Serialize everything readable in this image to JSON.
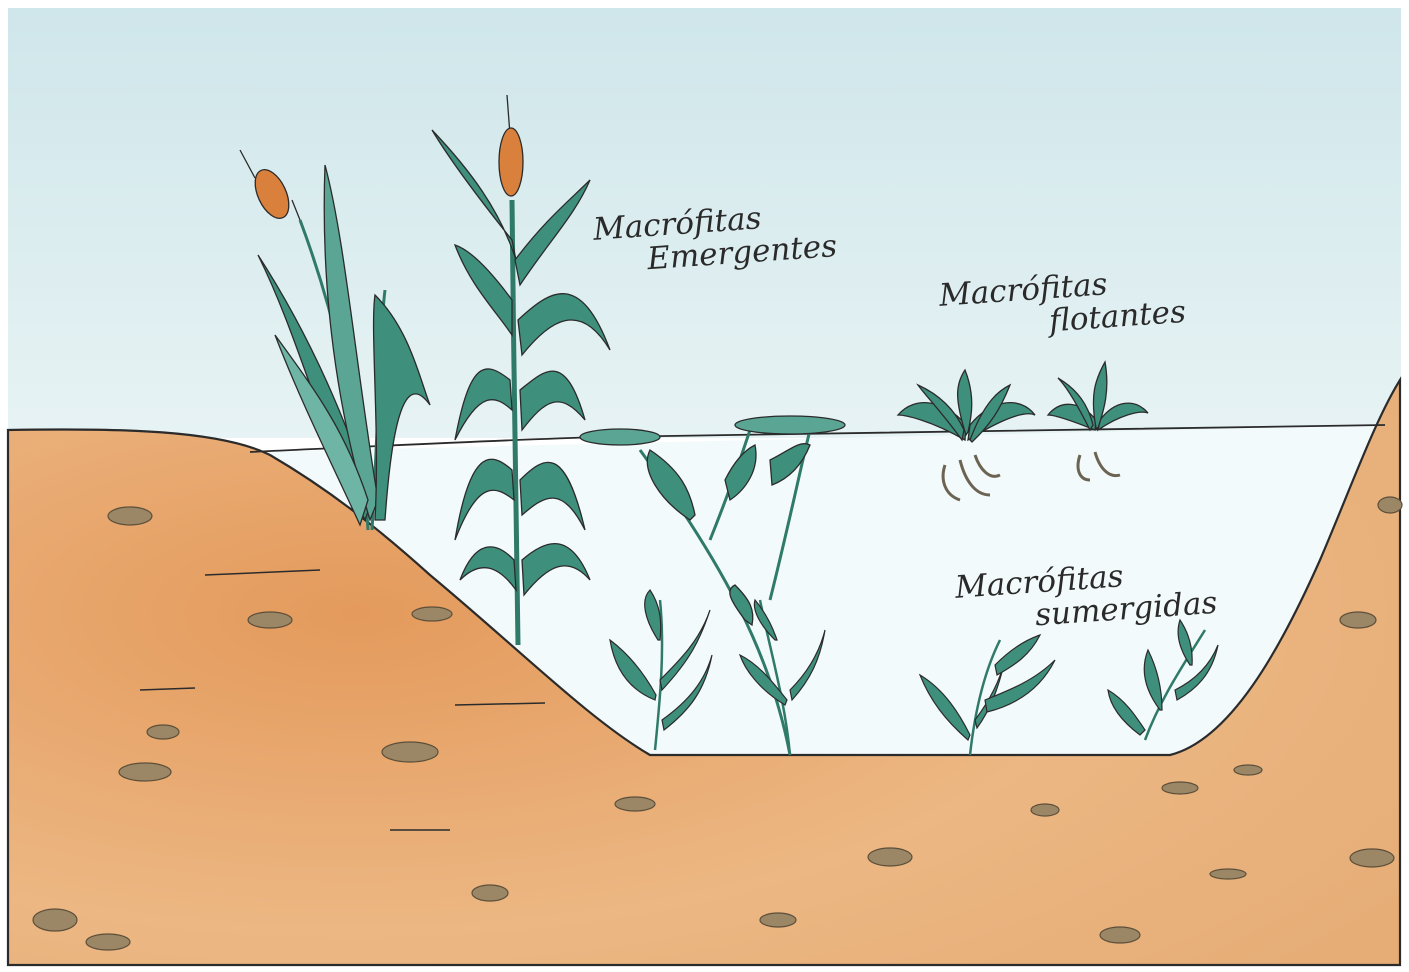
{
  "labels": {
    "emergentes": {
      "line1": "Macrófitas",
      "line2": "Emergentes"
    },
    "flotantes": {
      "line1": "Macrófitas",
      "line2": "flotantes"
    },
    "sumergidas": {
      "line1": "Macrófitas",
      "line2": "sumergidas"
    }
  },
  "colors": {
    "sky": "#d5e9ec",
    "water": "#eef7f8",
    "soil": "#e9b37e",
    "soil_dark": "#d89a5f",
    "stone": "#9b8a6c",
    "leaf": "#3f8f7d",
    "leaf_light": "#6fb5a5",
    "cattail": "#d9803c",
    "ink": "#2b2b2b"
  }
}
